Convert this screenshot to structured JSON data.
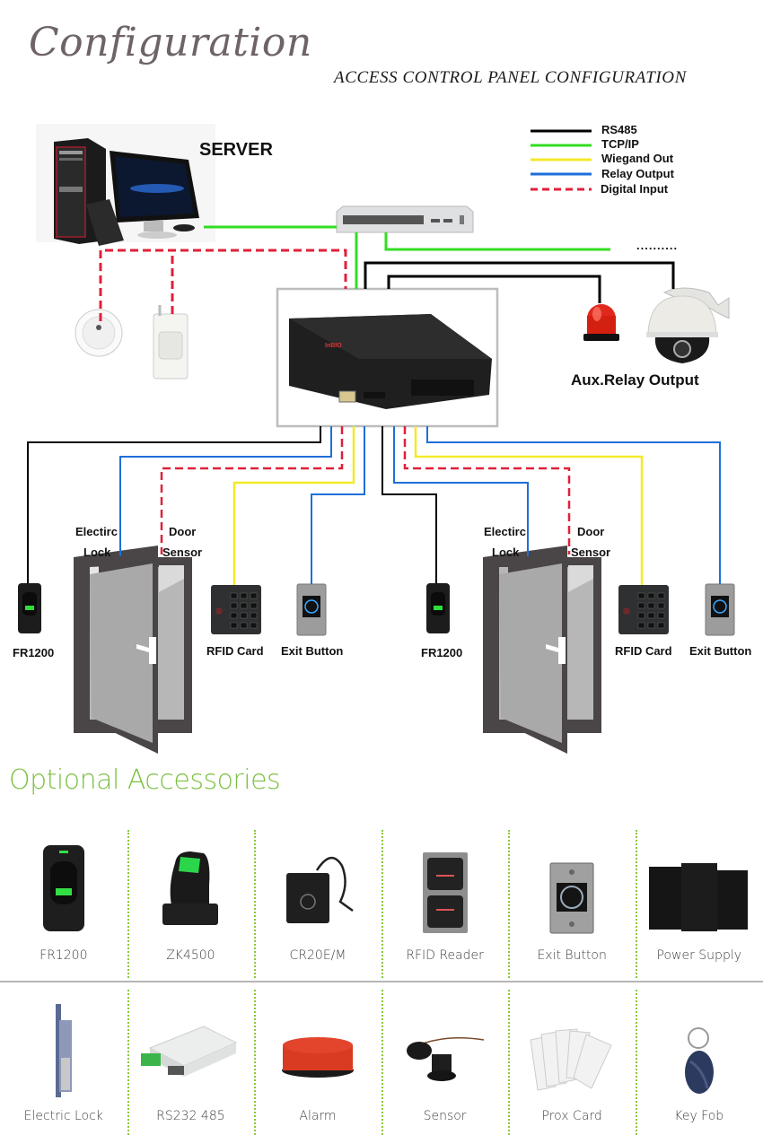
{
  "header": {
    "title": "Configuration",
    "subtitle": "ACCESS CONTROL PANEL CONFIGURATION"
  },
  "legend": [
    {
      "label": "RS485",
      "color": "#000000",
      "style": "solid"
    },
    {
      "label": "TCP/IP",
      "color": "#33dd22",
      "style": "solid"
    },
    {
      "label": "Wiegand Out",
      "color": "#f2ea2a",
      "style": "solid"
    },
    {
      "label": "Relay Output",
      "color": "#1e6fd9",
      "style": "solid"
    },
    {
      "label": "Digital Input",
      "color": "#e0203a",
      "style": "dashed"
    }
  ],
  "diagram": {
    "server_label": "SERVER",
    "switch_continuation": "..........",
    "aux_relay_label": "Aux.Relay Output",
    "doors": [
      {
        "reader_label": "FR1200",
        "lock_label_line1": "Electirc",
        "lock_label_line2": "Lock",
        "sensor_label_line1": "Door",
        "sensor_label_line2": "Sensor",
        "rfid_label": "RFID Card",
        "exit_label": "Exit Button"
      },
      {
        "reader_label": "FR1200",
        "lock_label_line1": "Electirc",
        "lock_label_line2": "Lock",
        "sensor_label_line1": "Door",
        "sensor_label_line2": "Sensor",
        "rfid_label": "RFID Card",
        "exit_label": "Exit Button"
      }
    ]
  },
  "accessories": {
    "title": "Optional Accessories",
    "row1": [
      {
        "name": "FR1200",
        "icon": "fingerprint-reader-icon"
      },
      {
        "name": "ZK4500",
        "icon": "usb-fingerprint-scanner-icon"
      },
      {
        "name": "CR20E/M",
        "icon": "card-enroller-icon"
      },
      {
        "name": "RFID Reader",
        "icon": "rfid-reader-icon"
      },
      {
        "name": "Exit Button",
        "icon": "exit-button-icon"
      },
      {
        "name": "Power Supply",
        "icon": "power-supply-icon"
      }
    ],
    "row2": [
      {
        "name": "Electric Lock",
        "icon": "electric-lock-icon"
      },
      {
        "name": "RS232 485",
        "icon": "converter-icon"
      },
      {
        "name": "Alarm",
        "icon": "alarm-icon"
      },
      {
        "name": "Sensor",
        "icon": "door-sensor-icon"
      },
      {
        "name": "Prox Card",
        "icon": "prox-card-icon"
      },
      {
        "name": "Key Fob",
        "icon": "key-fob-icon"
      }
    ]
  },
  "colors": {
    "rs485": "#000000",
    "tcpip": "#33dd22",
    "wiegand": "#f2ea2a",
    "relay": "#1e6fd9",
    "digital": "#e0203a",
    "accent_green": "#7dc142"
  }
}
